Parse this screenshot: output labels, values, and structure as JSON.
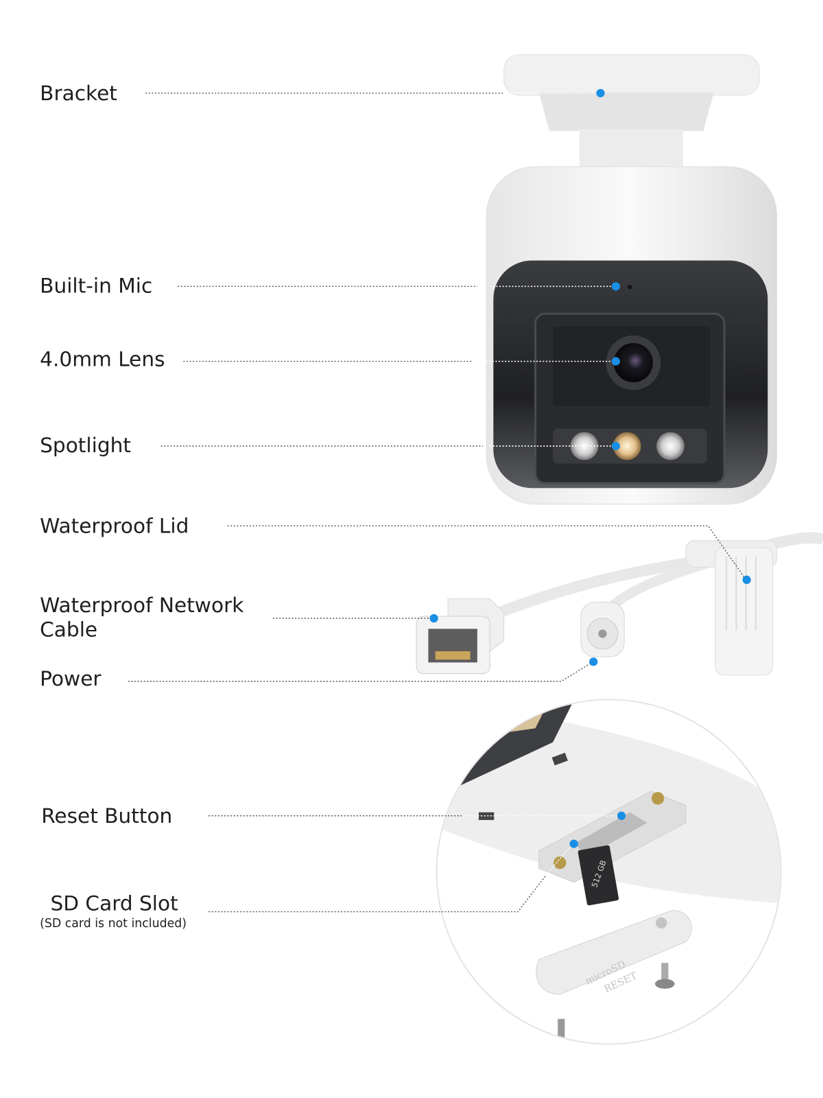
{
  "labels": {
    "bracket": "Bracket",
    "mic": "Built-in Mic",
    "lens": "4.0mm Lens",
    "spotlight": "Spotlight",
    "lid": "Waterproof Lid",
    "network_line1": "Waterproof Network",
    "network_line2": "Cable",
    "power": "Power",
    "reset": "Reset Button",
    "sd": "SD Card Slot",
    "sd_note": "(SD card is not included)"
  },
  "product_markings": {
    "sd_card_capacity": "512",
    "sd_card_unit": "GB",
    "cover_line1": "microSD",
    "cover_line2": "RESET"
  },
  "colors": {
    "marker": "#1a8fe6",
    "text": "#1e1e1e"
  }
}
